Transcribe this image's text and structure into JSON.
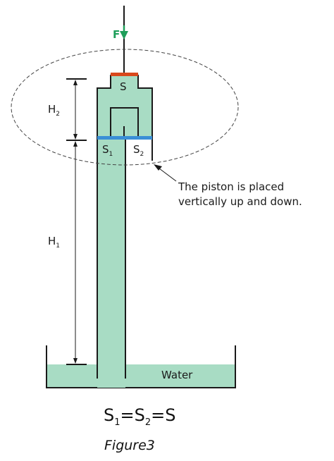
{
  "labels": {
    "force": "F",
    "piston_top": "S",
    "s1_main": "S",
    "s1_sub": "1",
    "s2_main": "S",
    "s2_sub": "2",
    "h2_main": "H",
    "h2_sub": "2",
    "h1_main": "H",
    "h1_sub": "1",
    "water": "Water",
    "note_line1": "The piston is placed",
    "note_line2": "vertically up and down."
  },
  "equation": {
    "s": "S",
    "sub1": "1",
    "eq1": "=",
    "sub2": "2",
    "eq2": "=",
    "s_end": "S"
  },
  "caption": "Figure3",
  "colors": {
    "water": "#a8dcc4",
    "top_piston": "#d9481c",
    "bottom_piston": "#3a8fd6",
    "force_arrow": "#1e9e5a",
    "outline": "#1a1a1a"
  }
}
